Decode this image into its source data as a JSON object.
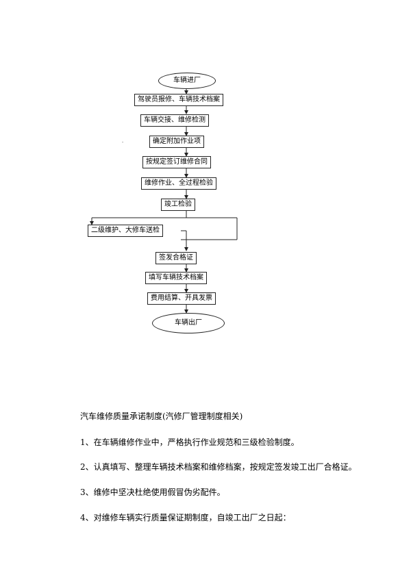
{
  "flowchart": {
    "start": "车辆进厂",
    "steps": [
      "驾驶员报修、车辆技术档案",
      "车辆交接、维修检测",
      "确定附加作业项",
      "按规定签订维修合同",
      "维修作业、全过程检验",
      "竣工检验"
    ],
    "side_box": "二级维护、大修车送检",
    "after_steps": [
      "签发合格证",
      "填写车辆技术档案",
      "费用结算、开具发票"
    ],
    "end": "车辆出厂"
  },
  "document": {
    "title": "汽车维修质量承诺制度(汽修厂管理制度相关)",
    "items": [
      "1、在车辆维修作业中，严格执行作业规范和三级检验制度。",
      "2、认真填写、整理车辆技术档案和维修档案，按规定签发竣工出厂合格证。",
      "3、维修中坚决杜绝使用假冒伪劣配件。",
      "4、对维修车辆实行质量保证期制度，自竣工出厂之日起："
    ]
  }
}
